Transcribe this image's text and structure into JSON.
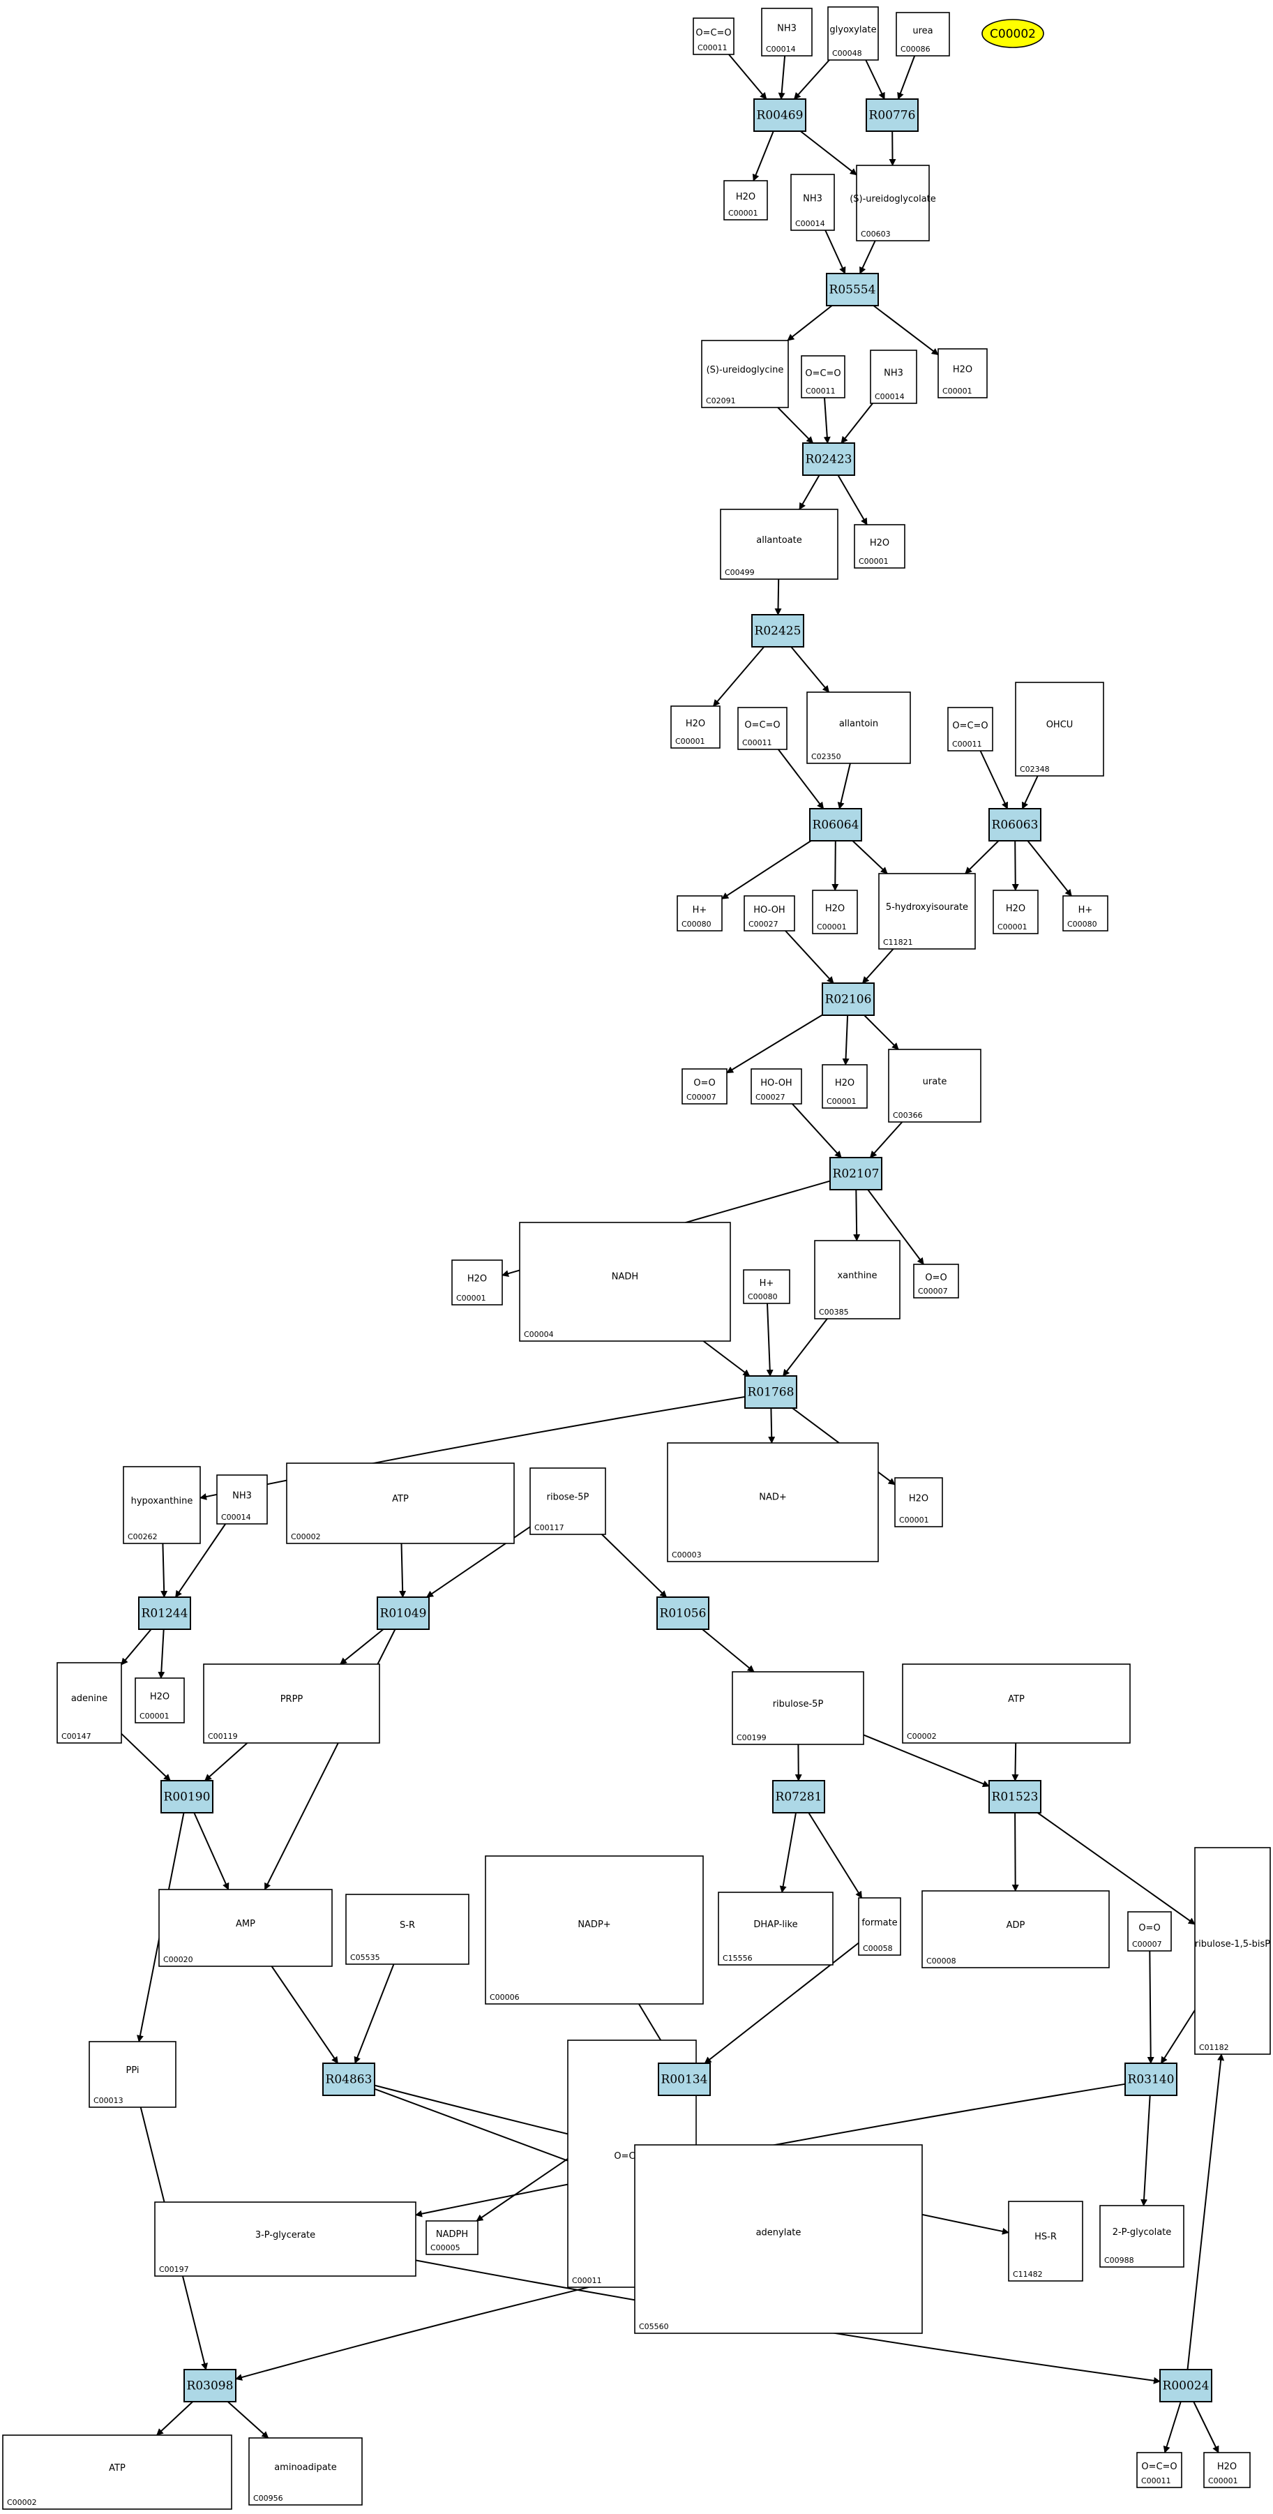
{
  "colors": {
    "reaction_fill": "#add8e6",
    "highlight_fill": "#ffff00",
    "stroke": "#000000",
    "background": "#ffffff"
  },
  "highlight": {
    "label": "C00002"
  },
  "reactions": [
    "R00469",
    "R00776",
    "R05554",
    "R02423",
    "R02425",
    "R06064",
    "R06063",
    "R02106",
    "R02107",
    "R01768",
    "R01244",
    "R01049",
    "R01056",
    "R00190",
    "R07281",
    "R01523",
    "R04863",
    "R00134",
    "R03140",
    "R03098",
    "R00024"
  ],
  "compounds": [
    {
      "id": "C00011",
      "formula": "O=C=O"
    },
    {
      "id": "C00014",
      "formula": "NH3"
    },
    {
      "id": "C00048",
      "formula": "glyoxylate"
    },
    {
      "id": "C00086",
      "formula": "urea"
    },
    {
      "id": "C00001",
      "formula": "H2O"
    },
    {
      "id": "C00603",
      "formula": "(S)-ureidoglycolate"
    },
    {
      "id": "C00014",
      "formula": "NH3"
    },
    {
      "id": "C02091",
      "formula": "(S)-ureidoglycine"
    },
    {
      "id": "C00011",
      "formula": "O=C=O"
    },
    {
      "id": "C00014",
      "formula": "NH3"
    },
    {
      "id": "C00001",
      "formula": "H2O"
    },
    {
      "id": "C00499",
      "formula": "allantoate"
    },
    {
      "id": "C00001",
      "formula": "H2O"
    },
    {
      "id": "C00001",
      "formula": "H2O"
    },
    {
      "id": "C00011",
      "formula": "O=C=O"
    },
    {
      "id": "C02350",
      "formula": "allantoin"
    },
    {
      "id": "C00011",
      "formula": "O=C=O"
    },
    {
      "id": "C02348",
      "formula": "OHCU"
    },
    {
      "id": "C00080",
      "formula": "H+"
    },
    {
      "id": "C00027",
      "formula": "HO-OH"
    },
    {
      "id": "C00001",
      "formula": "H2O"
    },
    {
      "id": "C11821",
      "formula": "5-hydroxyisourate"
    },
    {
      "id": "C00001",
      "formula": "H2O"
    },
    {
      "id": "C00080",
      "formula": "H+"
    },
    {
      "id": "C00007",
      "formula": "O=O"
    },
    {
      "id": "C00027",
      "formula": "HO-OH"
    },
    {
      "id": "C00001",
      "formula": "H2O"
    },
    {
      "id": "C00366",
      "formula": "urate"
    },
    {
      "id": "C00001",
      "formula": "H2O"
    },
    {
      "id": "C00004",
      "formula": "NADH"
    },
    {
      "id": "C00080",
      "formula": "H+"
    },
    {
      "id": "C00385",
      "formula": "xanthine"
    },
    {
      "id": "C00007",
      "formula": "O=O"
    },
    {
      "id": "C00262",
      "formula": "hypoxanthine"
    },
    {
      "id": "C00014",
      "formula": "NH3"
    },
    {
      "id": "C00002",
      "formula": "ATP"
    },
    {
      "id": "C00117",
      "formula": "ribose-5P"
    },
    {
      "id": "C00003",
      "formula": "NAD+"
    },
    {
      "id": "C00001",
      "formula": "H2O"
    },
    {
      "id": "C00147",
      "formula": "adenine"
    },
    {
      "id": "C00001",
      "formula": "H2O"
    },
    {
      "id": "C00119",
      "formula": "PRPP"
    },
    {
      "id": "C00199",
      "formula": "ribulose-5P"
    },
    {
      "id": "C00002",
      "formula": "ATP"
    },
    {
      "id": "C00020",
      "formula": "AMP"
    },
    {
      "id": "C05535",
      "formula": "S-R"
    },
    {
      "id": "C00006",
      "formula": "NADP+"
    },
    {
      "id": "C15556",
      "formula": "DHAP-like"
    },
    {
      "id": "C00058",
      "formula": "formate"
    },
    {
      "id": "C00008",
      "formula": "ADP"
    },
    {
      "id": "C00007",
      "formula": "O=O"
    },
    {
      "id": "C01182",
      "formula": "ribulose-1,5-bisP"
    },
    {
      "id": "C00013",
      "formula": "PPi"
    },
    {
      "id": "C00011",
      "formula": "O=C=O"
    },
    {
      "id": "C00005",
      "formula": "NADPH"
    },
    {
      "id": "C05560",
      "formula": "adenylate"
    },
    {
      "id": "C11482",
      "formula": "HS-R"
    },
    {
      "id": "C00988",
      "formula": "2-P-glycolate"
    },
    {
      "id": "C00197",
      "formula": "3-P-glycerate"
    },
    {
      "id": "C00002",
      "formula": "ATP"
    },
    {
      "id": "C00956",
      "formula": "aminoadipate"
    },
    {
      "id": "C00011",
      "formula": "O=C=O"
    },
    {
      "id": "C00001",
      "formula": "H2O"
    }
  ]
}
